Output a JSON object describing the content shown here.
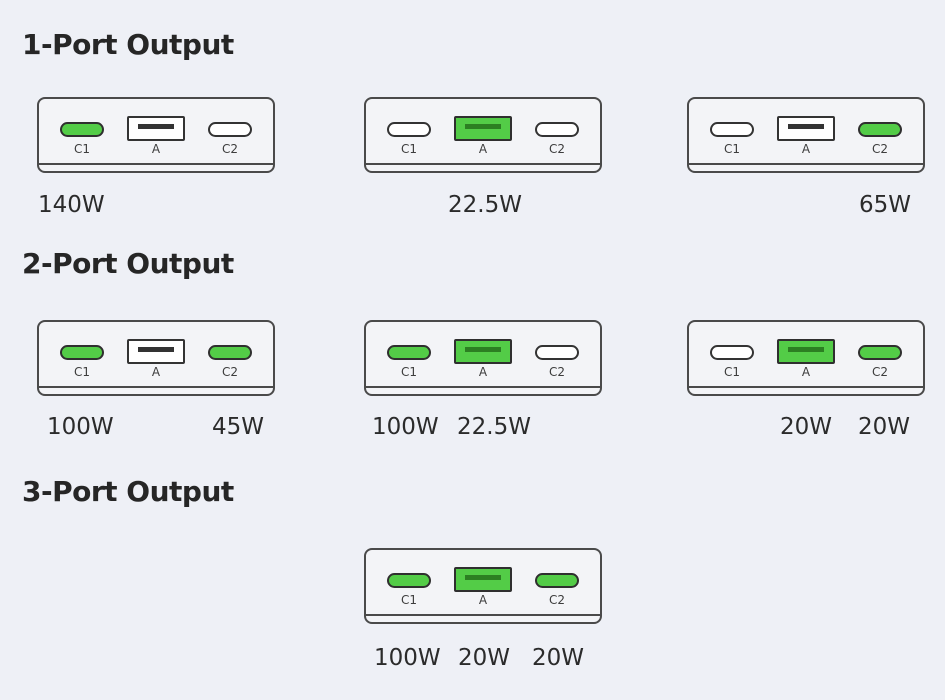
{
  "sections": [
    {
      "title": "1-Port Output",
      "configs": [
        {
          "active": [
            "C1"
          ],
          "watts": [
            "140W"
          ]
        },
        {
          "active": [
            "A"
          ],
          "watts": [
            "22.5W"
          ]
        },
        {
          "active": [
            "C2"
          ],
          "watts": [
            "65W"
          ]
        }
      ]
    },
    {
      "title": "2-Port Output",
      "configs": [
        {
          "active": [
            "C1",
            "C2"
          ],
          "watts": [
            "100W",
            "45W"
          ]
        },
        {
          "active": [
            "C1",
            "A"
          ],
          "watts": [
            "100W",
            "22.5W"
          ]
        },
        {
          "active": [
            "A",
            "C2"
          ],
          "watts": [
            "20W",
            "20W"
          ]
        }
      ]
    },
    {
      "title": "3-Port Output",
      "configs": [
        {
          "active": [
            "C1",
            "A",
            "C2"
          ],
          "watts": [
            "100W",
            "20W",
            "20W"
          ]
        }
      ]
    }
  ],
  "port_labels": {
    "c1": "C1",
    "a": "A",
    "c2": "C2"
  },
  "colors": {
    "active_port": "#53cc47",
    "inactive_port": "#ffffff",
    "outline": "#333333",
    "background": "#eef0f6"
  }
}
